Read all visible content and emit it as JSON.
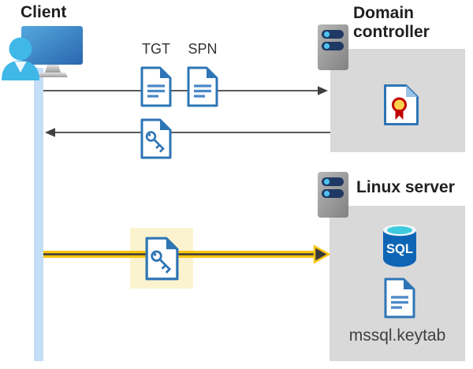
{
  "nodes": {
    "client": {
      "label": "Client"
    },
    "domain_controller": {
      "label": "Domain controller"
    },
    "linux_server": {
      "label": "Linux server"
    }
  },
  "artifacts": {
    "tgt_label": "TGT",
    "spn_label": "SPN",
    "keytab_label": "mssql.keytab",
    "sql_label": "SQL"
  },
  "colors": {
    "node_box_gray": "#d9d9d9",
    "client_lifeline_blue": "#c5def8",
    "highlight_yellow": "#fbf3ce",
    "arrow_gray": "#404040",
    "arrow_yellow": "#f9c513",
    "document_blue": "#2e75b6",
    "document_line_blue": "#4a89c8",
    "person_cyan": "#3fb7e7",
    "server_bar_navy": "#1f3864",
    "sql_body_blue": "#0e65b5",
    "sql_top_cyan": "#3fcbde",
    "certificate_seal_yellow": "#ffd24c",
    "certificate_seal_red": "#c00000"
  }
}
